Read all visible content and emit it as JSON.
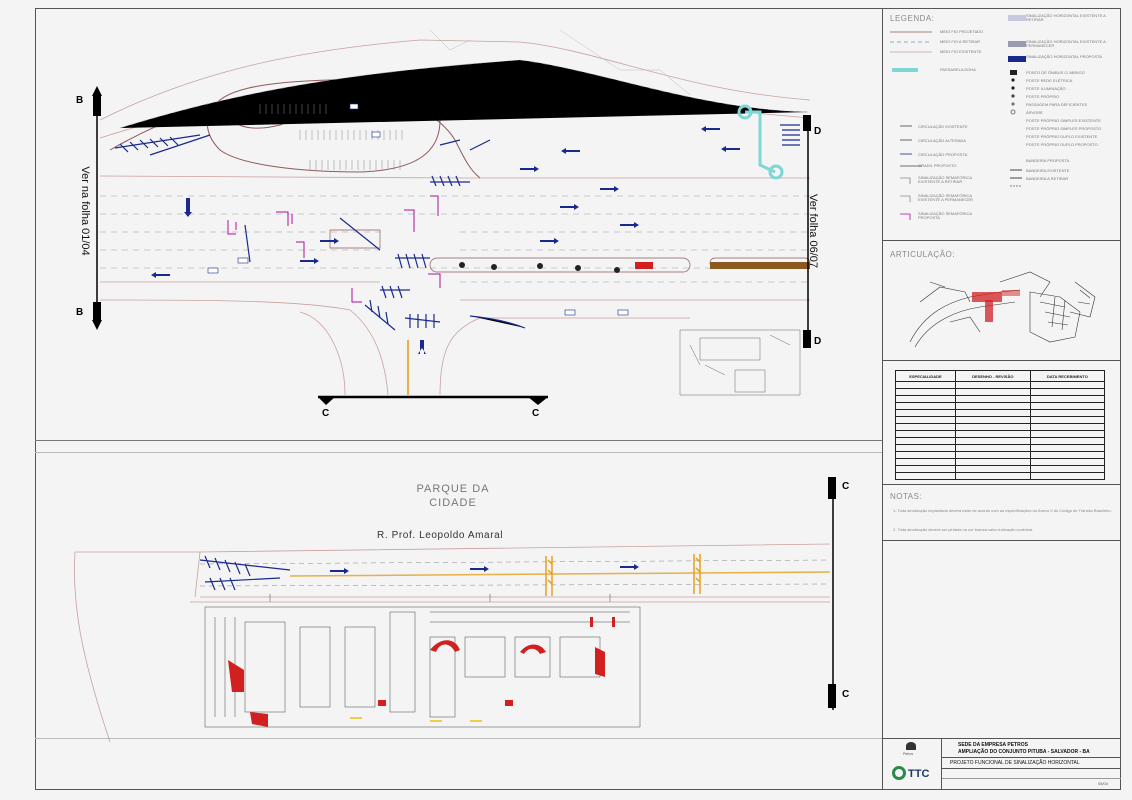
{
  "sheet": {
    "colors": {
      "paper": "#f4f4f4",
      "edge_existing": "#c8a0a0",
      "edge_projected": "#8f5a5a",
      "sign_blue": "#1a2a8c",
      "signal_magenta": "#b0109a",
      "cycle_lane": "#e6b04a",
      "footbridge": "#7fd6d6",
      "hatching_red": "#d22020",
      "brown_bar": "#8b5a20"
    }
  },
  "top_view": {
    "left_marker": "B",
    "left_marker_bottom": "B",
    "left_ref": "Ver na folha 01/04",
    "right_marker": "D",
    "right_marker_bottom": "D",
    "right_ref": "Ver folha 06/07",
    "cut_left": "C",
    "cut_right": "C"
  },
  "bottom_view": {
    "park_line1": "PARQUE DA",
    "park_line2": "CIDADE",
    "street": "R. Prof. Leopoldo Amaral",
    "cut_top": "C",
    "cut_bottom": "C"
  },
  "legend": {
    "title": "LEGENDA:",
    "left_items": [
      "MEIO FIO PROJETADO",
      "MEIO FIO A RETIRAR",
      "MEIO FIO EXISTENTE",
      "PASSARELA DOHA",
      "CIRCULAÇÃO EXISTENTE",
      "CIRCULAÇÃO ALTERADA",
      "CIRCULAÇÃO PROPOSTA",
      "GRADIL PROPOSTO",
      "SINALIZAÇÃO SEMAFÓRICA EXISTENTE A RETIRAR",
      "SINALIZAÇÃO SEMAFÓRICA EXISTENTE A PERMANECER",
      "SINALIZAÇÃO SEMAFÓRICA PROPOSTA"
    ],
    "right_items": [
      "SINALIZAÇÃO HORIZONTAL EXISTENTE A RETIRAR",
      "SINALIZAÇÃO HORIZONTAL EXISTENTE A PERMANECER",
      "SINALIZAÇÃO HORIZONTAL PROPOSTA",
      "PONTO DE ÔNIBUS C/ ABRIGO",
      "POSTE REDE ELÉTRICA",
      "POSTE ILUMINAÇÃO",
      "POSTE PRÓPRIO",
      "PASSAGEM PARA DEFICIENTES",
      "ÁRVORE",
      "POSTE PRÓPRIO SIMPLES EXISTENTE",
      "POSTE PRÓPRIO SIMPLES PROPOSTO",
      "POSTE PRÓPRIO DUPLO EXISTENTE",
      "POSTE PRÓPRIO DUPLO PROPOSTO",
      "BANDEIRA PROPOSTA",
      "BANDEIRA EXISTENTE",
      "BANDEIRA A RETIRAR"
    ]
  },
  "articulation": {
    "title": "ARTICULAÇÃO:"
  },
  "revisions": {
    "headers": [
      "ESPECIALIDADE",
      "DESENHO - REVISÃO",
      "DATA RECEBIMENTO"
    ],
    "row_count": 14
  },
  "notes": {
    "title": "NOTAS:",
    "items": [
      "1- Toda sinalização implantada deverá estar de acordo com as especificações do Anexo II do Código de Trânsito Brasileiro.",
      "2- Toda sinalização deverá ser pintada na cor branca salvo indicação contrária."
    ]
  },
  "title_block": {
    "line1": "SEDE DA EMPRESA PETROS",
    "line2": "AMPLIAÇÃO DO CONJUNTO PITUBA - SALVADOR - BA",
    "line3": "PROJETO FUNCIONAL DE SINALIZAÇÃO HORIZONTAL",
    "logo": "TTC",
    "client": "Petros",
    "sheet_no": "05/04"
  }
}
